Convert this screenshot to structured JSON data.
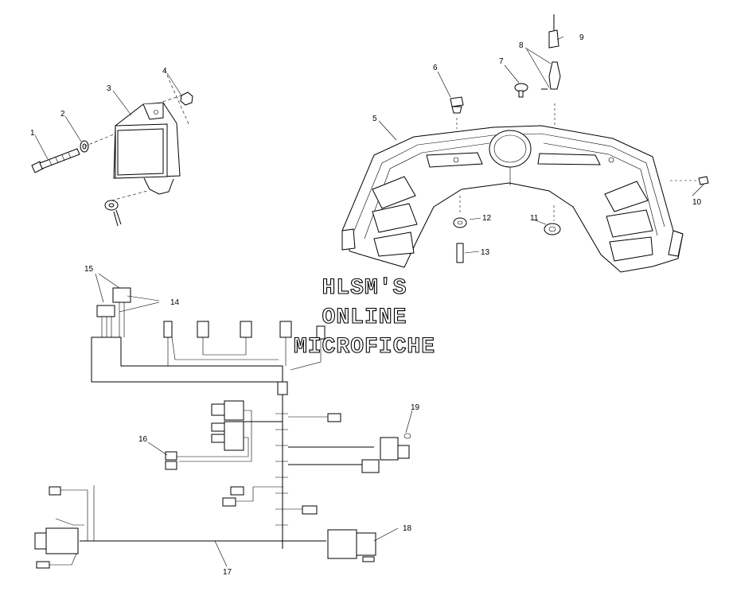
{
  "callouts": [
    "1",
    "2",
    "3",
    "4",
    "5",
    "6",
    "7",
    "8",
    "9",
    "10",
    "11",
    "12",
    "13",
    "14",
    "15",
    "16",
    "17",
    "18",
    "19"
  ],
  "watermark": {
    "line1": "HLSM'S",
    "line2": "ONLINE",
    "line3": "MICROFICHE"
  }
}
